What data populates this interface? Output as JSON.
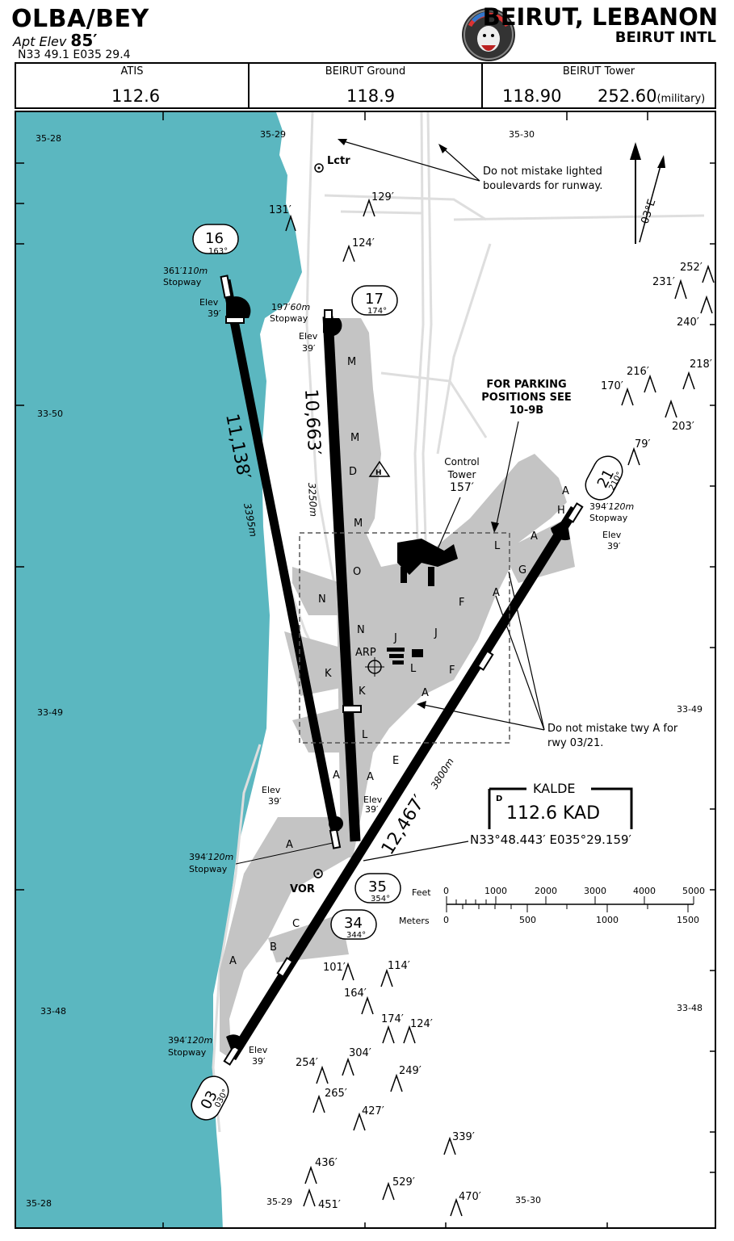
{
  "header": {
    "ident": "OLBA/BEY",
    "apt_elev_label": "Apt Elev",
    "apt_elev_value": "85′",
    "coords": "N33 49.1  E035 29.4",
    "city": "BEIRUT, LEBANON",
    "airport": "BEIRUT INTL"
  },
  "frequencies": [
    {
      "label": "ATIS",
      "value": "112.6"
    },
    {
      "label": "BEIRUT Ground",
      "value": "118.9"
    },
    {
      "label": "BEIRUT Tower",
      "value": "118.90",
      "value2": "252.60",
      "note": "(military)"
    }
  ],
  "map": {
    "grid_lat": [
      "35-28",
      "35-29",
      "35-30",
      "33-50",
      "33-49",
      "33-48",
      "35-28",
      "35-29",
      "35-30"
    ],
    "north_arrow_label": "03°E",
    "lctr_label": "Lctr",
    "boulevard_note": "Do not mistake lighted boulevards for runway.",
    "parking_note": "FOR PARKING POSITIONS SEE 10-9B",
    "control_tower_label": "Control Tower",
    "control_tower_elev": "157′",
    "arp_label": "ARP",
    "vor_label": "VOR",
    "taxiway_note": "Do not mistake twy A for rwy 03/21.",
    "kalde_name": "KALDE",
    "kalde_freq": "112.6 KAD",
    "kalde_coord": "N33°48.443′ E035°29.159′",
    "elev_word": "Elev",
    "stopway_word": "Stopway",
    "runways": [
      {
        "id": "16",
        "hdg": "163°"
      },
      {
        "id": "17",
        "hdg": "174°"
      },
      {
        "id": "21",
        "hdg": "210°"
      },
      {
        "id": "35",
        "hdg": "354°"
      },
      {
        "id": "34",
        "hdg": "344°"
      },
      {
        "id": "03",
        "hdg": "030°"
      }
    ],
    "runway_lengths": [
      {
        "ft": "11,138′",
        "m": "3395m"
      },
      {
        "ft": "10,663′",
        "m": "3250m"
      },
      {
        "ft": "12,467′",
        "m": "3800m"
      }
    ],
    "stopways": [
      {
        "ft": "361′",
        "m": "110m"
      },
      {
        "ft": "197′",
        "m": "60m"
      },
      {
        "ft": "394′",
        "m": "120m"
      },
      {
        "ft": "394′",
        "m": "120m"
      },
      {
        "ft": "394′",
        "m": "120m"
      }
    ],
    "elevations": [
      "39′",
      "39′",
      "39′",
      "39′",
      "39′",
      "39′"
    ],
    "obstacles": [
      "129′",
      "131′",
      "124′",
      "231′",
      "252′",
      "240′",
      "216′",
      "218′",
      "170′",
      "203′",
      "79′",
      "101′",
      "114′",
      "164′",
      "174′",
      "124′",
      "304′",
      "254′",
      "249′",
      "265′",
      "427′",
      "339′",
      "436′",
      "529′",
      "451′",
      "470′"
    ],
    "taxiways": [
      "M",
      "M",
      "D",
      "M",
      "O",
      "N",
      "N",
      "K",
      "K",
      "L",
      "A",
      "A",
      "A",
      "A",
      "A",
      "A",
      "B",
      "C",
      "E",
      "F",
      "F",
      "G",
      "H",
      "J",
      "J",
      "L",
      "L"
    ],
    "scale": {
      "feet_label": "Feet",
      "meters_label": "Meters",
      "feet_ticks": [
        "0",
        "1000",
        "2000",
        "3000",
        "4000",
        "5000"
      ],
      "meter_ticks": [
        "0",
        "500",
        "1000",
        "1500"
      ]
    }
  }
}
